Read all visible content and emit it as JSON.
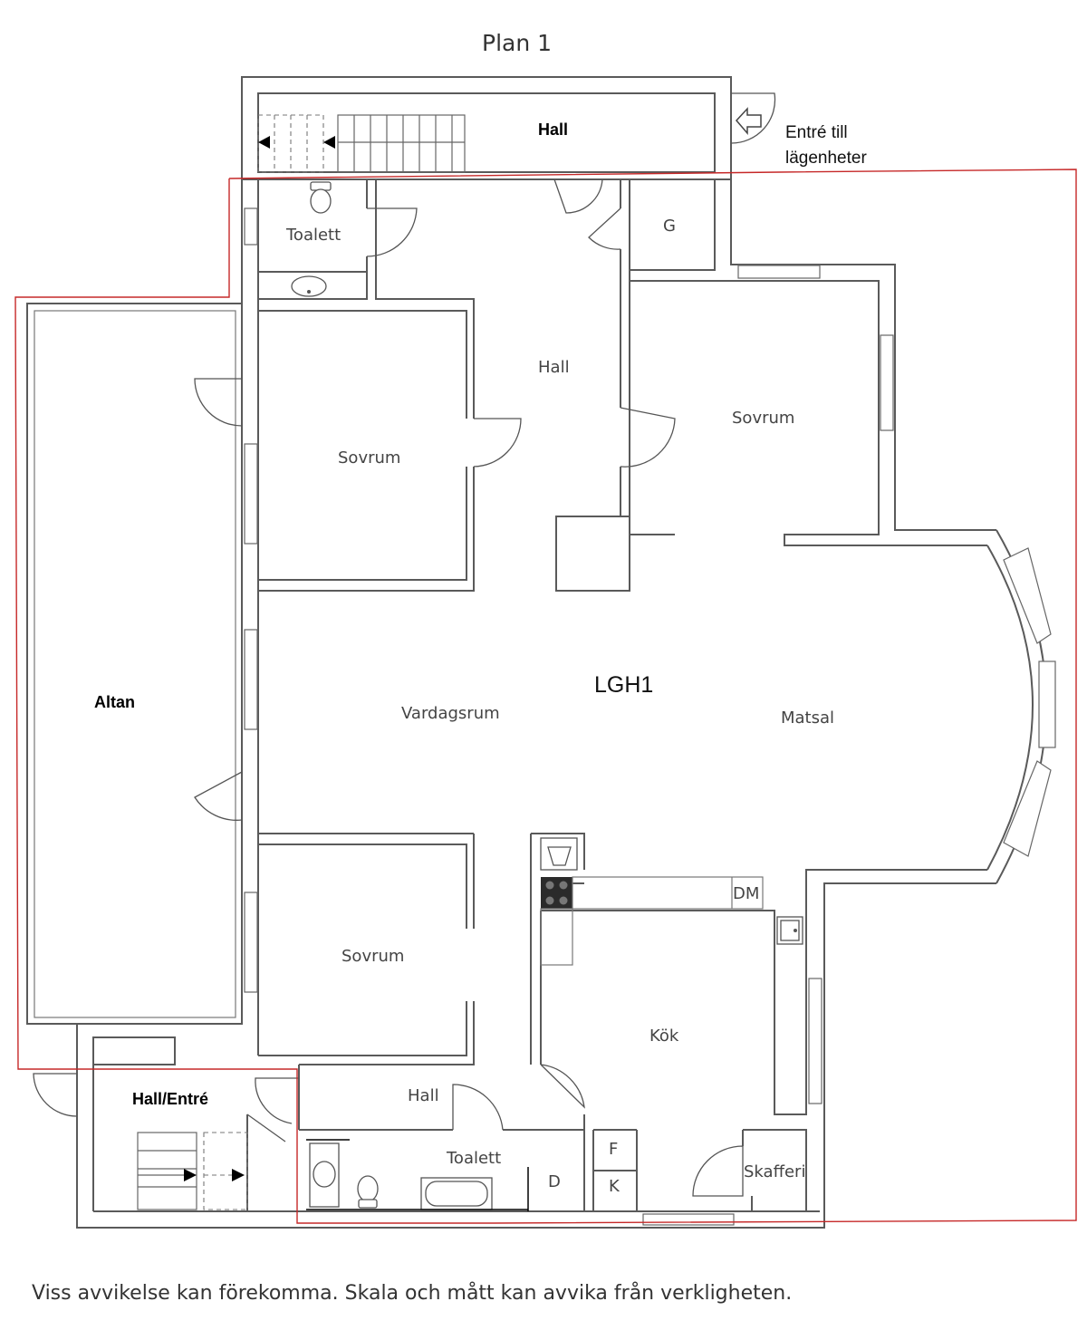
{
  "title": "Plan  1",
  "apartment_label": "LGH1",
  "entrance_label_line1": "Entré till",
  "entrance_label_line2": "lägenheter",
  "disclaimer": "Viss avvikelse kan förekomma. Skala och mått kan avvika från verkligheten.",
  "rooms": {
    "hall_top": "Hall",
    "toalett_top": "Toalett",
    "g": "G",
    "hall_center": "Hall",
    "sovrum_right": "Sovrum",
    "sovrum_left": "Sovrum",
    "altan": "Altan",
    "vardagsrum": "Vardagsrum",
    "matsal": "Matsal",
    "sovrum_bottom": "Sovrum",
    "dm": "DM",
    "kok": "Kök",
    "hall_entre": "Hall/Entré",
    "hall_bottom": "Hall",
    "toalett_bottom": "Toalett",
    "d": "D",
    "f": "F",
    "k": "K",
    "skafferi": "Skafferi"
  }
}
